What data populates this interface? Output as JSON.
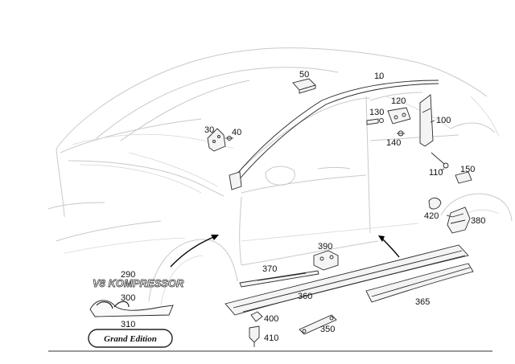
{
  "callouts": {
    "c10": "10",
    "c30": "30",
    "c40": "40",
    "c50": "50",
    "c100": "100",
    "c110": "110",
    "c120": "120",
    "c130": "130",
    "c140": "140",
    "c150": "150",
    "c290": "290",
    "c300": "300",
    "c310": "310",
    "c350": "350",
    "c360": "360",
    "c365": "365",
    "c370": "370",
    "c380": "380",
    "c390": "390",
    "c400": "400",
    "c410": "410",
    "c420": "420"
  },
  "badges": {
    "v8_kompressor": "V8 KOMPRESSOR",
    "grand_edition": "Grand Edition"
  },
  "colors": {
    "line_art": "#2a2a2a",
    "car_outline": "#c9c9c9",
    "background": "#ffffff"
  }
}
